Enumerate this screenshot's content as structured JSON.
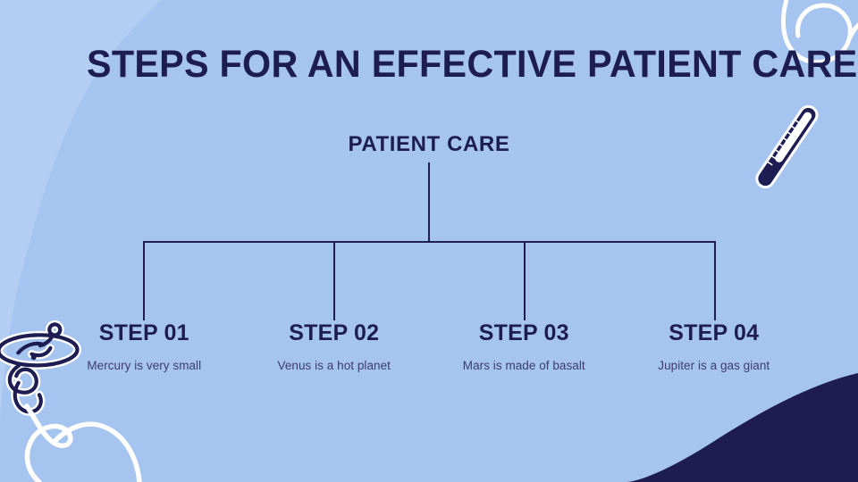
{
  "slide": {
    "title": "STEPS FOR AN EFFECTIVE PATIENT CARE",
    "root_node_label": "PATIENT CARE",
    "background_color": "#a6c4f0",
    "accent_navy": "#1d1d53",
    "body_text_color": "#3c3c6e",
    "decoration_white": "#ffffff"
  },
  "steps": [
    {
      "title": "STEP 01",
      "description": "Mercury is very small"
    },
    {
      "title": "STEP 02",
      "description": "Venus is a hot planet"
    },
    {
      "title": "STEP 03",
      "description": "Mars is made of basalt"
    },
    {
      "title": "STEP 04",
      "description": "Jupiter is a gas giant"
    }
  ],
  "decorations": [
    {
      "name": "top-left-wave-shape",
      "color": "#b2ccf2"
    },
    {
      "name": "bottom-right-wave-shape",
      "color": "#1d1d53"
    },
    {
      "name": "caduceus-doodle",
      "color": "#1d1d53"
    },
    {
      "name": "ribbon-curl-bottom-left",
      "color": "#ffffff"
    },
    {
      "name": "ribbon-curl-top-right",
      "color": "#ffffff"
    },
    {
      "name": "thermometer-doodle",
      "color": "#1d1d53"
    }
  ]
}
